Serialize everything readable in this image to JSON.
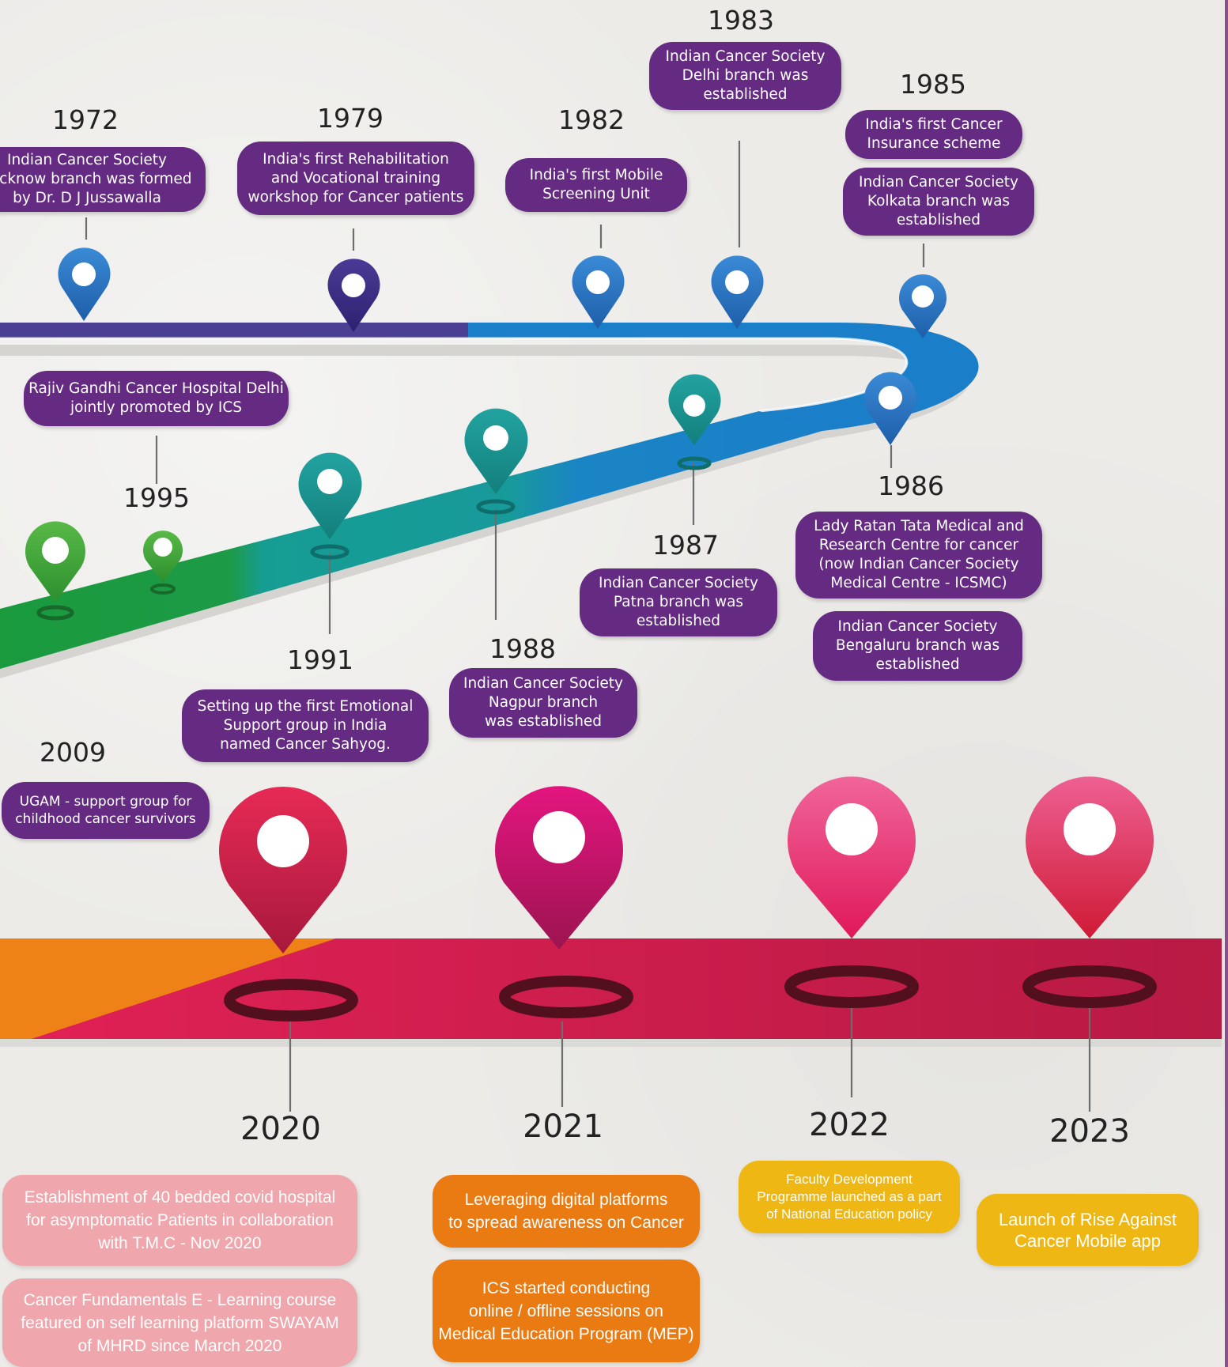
{
  "milestones": {
    "m1972": {
      "year": "1972",
      "text": "Indian Cancer Society\nLucknow branch was formed\nby Dr. D J Jussawalla"
    },
    "m1979": {
      "year": "1979",
      "text": "India's first Rehabilitation\nand Vocational training\nworkshop for Cancer patients"
    },
    "m1982": {
      "year": "1982",
      "text": "India's first Mobile\nScreening Unit"
    },
    "m1983": {
      "year": "1983",
      "text": "Indian Cancer Society\nDelhi branch was\nestablished"
    },
    "m1985": {
      "year": "1985",
      "text_a": "India's first Cancer\nInsurance scheme",
      "text_b": "Indian Cancer Society\nKolkata branch was\nestablished"
    },
    "m1986": {
      "year": "1986",
      "text_a": "Lady Ratan Tata Medical and\nResearch Centre for cancer\n(now Indian Cancer Society\nMedical Centre - ICSMC)",
      "text_b": "Indian Cancer Society\nBengaluru branch was\nestablished"
    },
    "m1987": {
      "year": "1987",
      "text": "Indian Cancer Society\nPatna branch was\nestablished"
    },
    "m1988": {
      "year": "1988",
      "text": "Indian Cancer Society\nNagpur branch\nwas established"
    },
    "m1991": {
      "year": "1991",
      "text": "Setting up the first Emotional\nSupport group in India\nnamed Cancer Sahyog."
    },
    "m1995": {
      "year": "1995",
      "text": "Rajiv Gandhi Cancer Hospital Delhi\njointly promoted by ICS"
    },
    "m2009": {
      "year": "2009",
      "text": "UGAM - support group for\nchildhood cancer survivors"
    },
    "m2020": {
      "year": "2020",
      "text_a": "Establishment of  40 bedded covid hospital\nfor asymptomatic Patients in collaboration\nwith T.M.C - Nov 2020",
      "text_b": "Cancer Fundamentals E - Learning course\nfeatured on self learning platform SWAYAM\nof MHRD since March 2020"
    },
    "m2021": {
      "year": "2021",
      "text_a": "Leveraging digital platforms\nto spread awareness on Cancer",
      "text_b": "ICS started conducting\nonline / offline sessions on\nMedical Education Program (MEP)"
    },
    "m2022": {
      "year": "2022",
      "text": "Faculty Development\nProgramme launched as a part\nof National Education policy"
    },
    "m2023": {
      "year": "2023",
      "text": "Launch of Rise Against\nCancer Mobile app"
    }
  },
  "colors": {
    "purple_box": "#652b82",
    "road_purple": "#4a3f92",
    "road_blue": "#1a7fc8",
    "road_teal": "#15989a",
    "road_green": "#1fa33c",
    "road_orange": "#ee8216",
    "road_red": "#d11d4f",
    "pink_box": "#efa7ad",
    "orange_box": "#ea7a12",
    "yellow_box": "#eeb714"
  }
}
